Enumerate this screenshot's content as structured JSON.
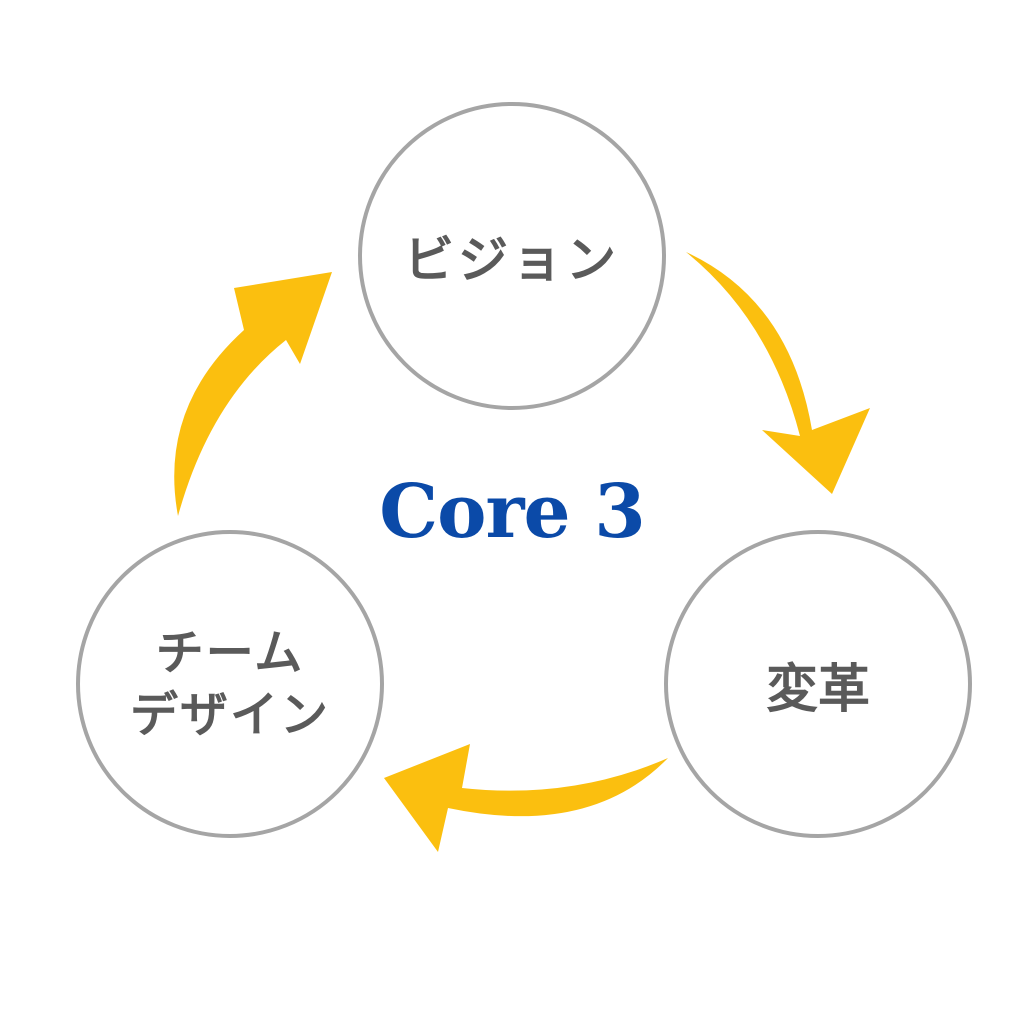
{
  "diagram": {
    "center_title": "Core 3",
    "nodes": [
      {
        "id": "vision",
        "label": "ビジョン"
      },
      {
        "id": "change",
        "label": "変革"
      },
      {
        "id": "team",
        "lines": [
          "チーム",
          "デザイン"
        ]
      }
    ],
    "arrows": [
      {
        "from": "vision",
        "to": "change"
      },
      {
        "from": "change",
        "to": "team"
      },
      {
        "from": "team",
        "to": "vision"
      }
    ]
  },
  "colors": {
    "node_border": "#a5a5a5",
    "node_text": "#5a5a5a",
    "title": "#0b4aa8",
    "arrow": "#fbbf0f",
    "background": "#ffffff"
  }
}
